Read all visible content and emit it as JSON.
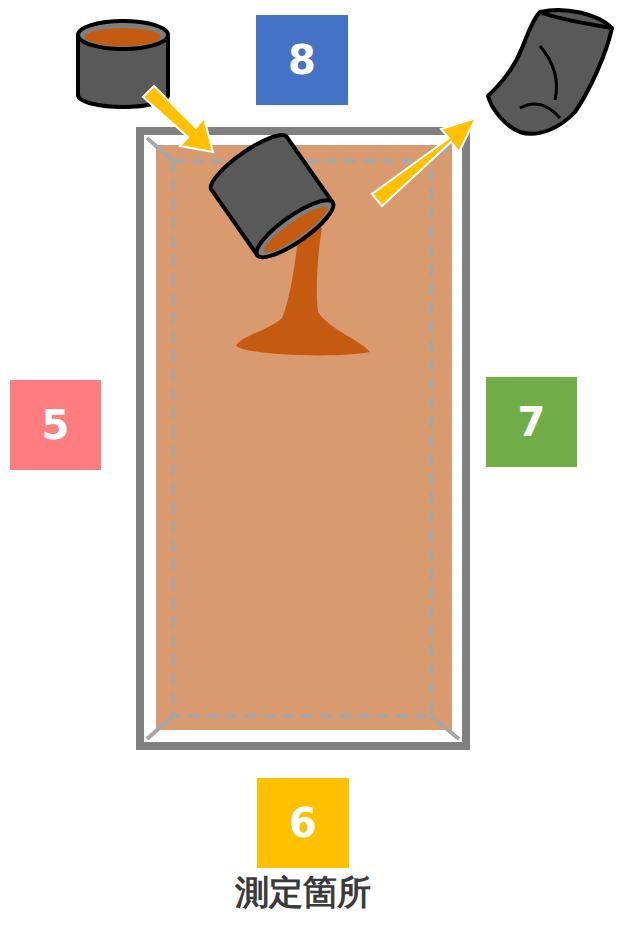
{
  "diagram": {
    "nodes": [
      {
        "text": [
          "8"
        ]
      },
      {
        "text": [
          "5"
        ]
      },
      {
        "text": [
          "7"
        ]
      },
      {
        "text": [
          "6",
          "測定箇所"
        ]
      }
    ]
  }
}
